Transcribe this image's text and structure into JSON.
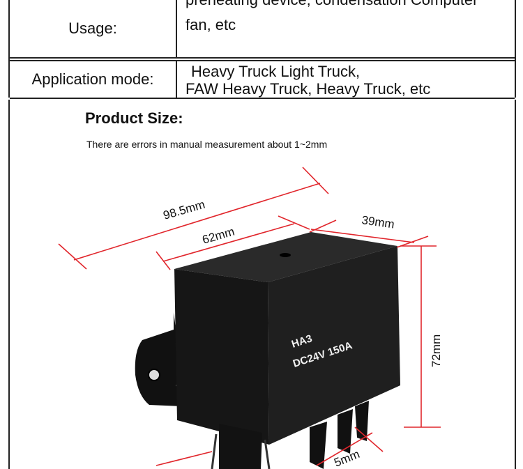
{
  "spec_table": {
    "usage": {
      "label": "Usage:",
      "lines": [
        "preheating device, condensation Computer",
        "fan, etc"
      ]
    },
    "application": {
      "label": "Application mode:",
      "lines": [
        "Heavy Truck Light Truck,",
        "FAW Heavy Truck, Heavy Truck, etc"
      ]
    }
  },
  "product_size": {
    "title": "Product Size:",
    "note": "There are errors in manual measurement about 1~2mm",
    "dimensions": {
      "overall_length": "98.5mm",
      "body_length": "62mm",
      "width": "39mm",
      "height": "72mm",
      "bottom_partial": "5mm"
    },
    "relay_label": {
      "line1": "HA3",
      "line2": "DC24V  150A"
    }
  },
  "colors": {
    "dimension_line": "#e1262c",
    "relay_body": "#1a1a1a",
    "border": "#222222"
  }
}
